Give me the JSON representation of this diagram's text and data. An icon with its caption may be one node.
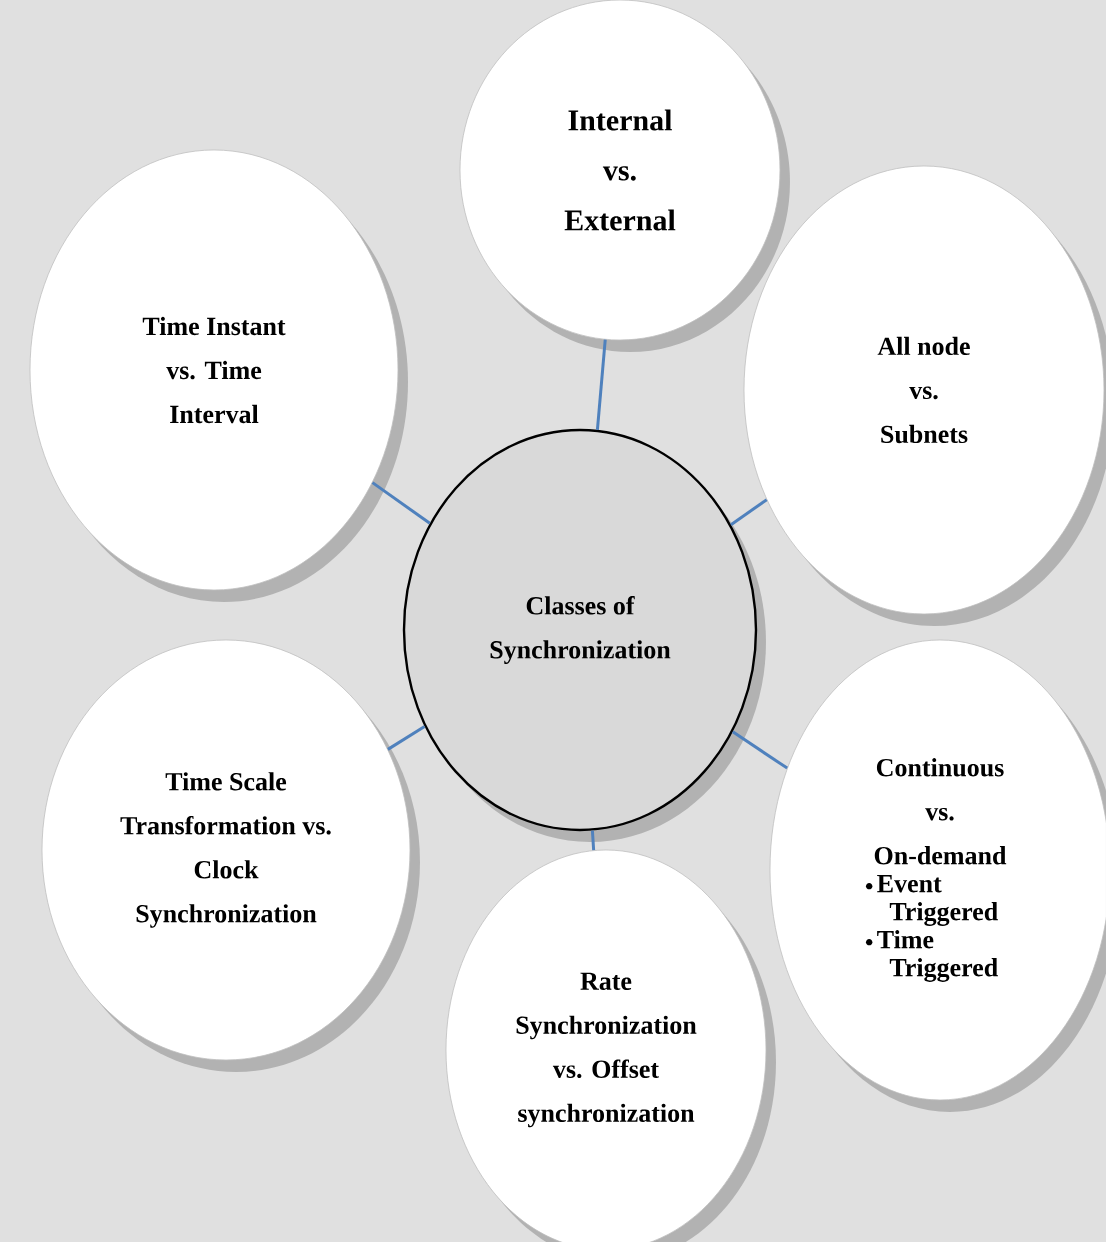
{
  "diagram": {
    "nodes": [
      {
        "text": [
          "Classes of Synchronization"
        ]
      },
      {
        "text": [
          "Internal vs. External"
        ]
      },
      {
        "text": [
          "All node vs. Subnets"
        ]
      },
      {
        "text": [
          "Continuous vs. On-demand",
          "Event Triggered",
          "Time Triggered"
        ]
      },
      {
        "text": [
          "Rate Synchronization vs. Offset synchronization"
        ]
      },
      {
        "text": [
          "Time Scale Transformation vs. Clock Synchronization"
        ]
      },
      {
        "text": [
          "Time Instant vs. Time Interval"
        ]
      }
    ],
    "edges": [
      {
        "from": 0,
        "to": 1,
        "arrow": "none"
      },
      {
        "from": 0,
        "to": 2,
        "arrow": "none"
      },
      {
        "from": 0,
        "to": 3,
        "arrow": "none"
      },
      {
        "from": 0,
        "to": 4,
        "arrow": "none"
      },
      {
        "from": 0,
        "to": 5,
        "arrow": "none"
      },
      {
        "from": 0,
        "to": 6,
        "arrow": "none"
      }
    ]
  }
}
